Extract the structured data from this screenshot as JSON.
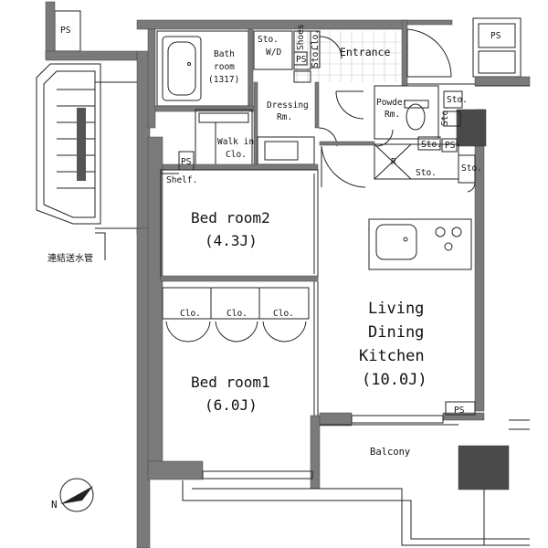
{
  "labels": {
    "ps_top_left": "PS",
    "ps_top_right": "PS",
    "ps_bed2": "PS",
    "ps_living": "PS",
    "bath_line1": "Bath",
    "bath_line2": "room",
    "bath_line3": "(1317)",
    "sto_bath": "Sto.",
    "wd": "W/D",
    "shoes_clo_a": "Shoes",
    "shoes_clo_b": "Clo.",
    "shoes_sto": "Sto.",
    "entrance": "Entrance",
    "ps_entr": "PS",
    "dressing_line1": "Dressing",
    "dressing_line2": "Rm.",
    "walkin_line1": "Walk in",
    "walkin_line2": "Clo.",
    "powder_line1": "Powder",
    "powder_line2": "Rm.",
    "sto_powder1": "Sto.",
    "sto_powder2": "Sto.",
    "sto_hall1": "Sto.",
    "sto_hall2": "Sto.",
    "sto_right": "Sto.",
    "ps_hall": "PS",
    "r_mark": "R",
    "shelf": "Shelf.",
    "bed2_line1": "Bed room2",
    "bed2_line2": "(4.3J)",
    "water_pipe": "連結送水管",
    "clo1": "Clo.",
    "clo2": "Clo.",
    "clo3": "Clo.",
    "bed1_line1": "Bed room1",
    "bed1_line2": "(6.0J)",
    "ldk_line1": "Living",
    "ldk_line2": "Dining",
    "ldk_line3": "Kitchen",
    "ldk_line4": "(10.0J)",
    "balcony": "Balcony",
    "north": "N"
  },
  "colors": {
    "wall": "#7a7a7a",
    "column": "#4a4a4a",
    "line": "#222222",
    "tile": "#c9c9c9"
  },
  "icons": [
    "bathtub-icon",
    "toilet-icon",
    "sink-icon",
    "stove-icon",
    "door-swing-icon",
    "north-arrow-icon",
    "staircase-icon"
  ]
}
